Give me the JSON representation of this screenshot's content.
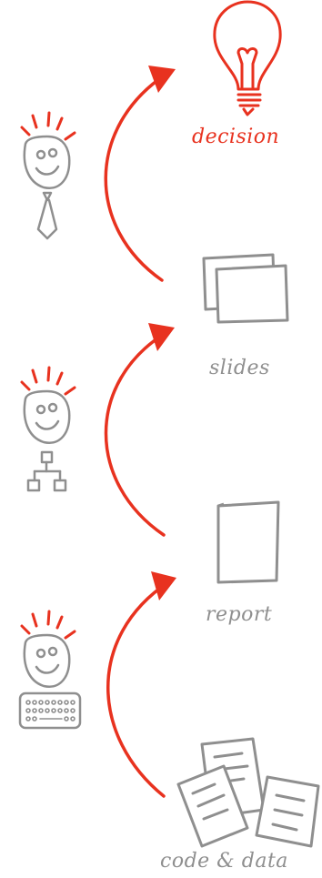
{
  "colors": {
    "accent": "#e8321f",
    "ink": "#8f8f8f"
  },
  "stages": [
    {
      "role": "executive",
      "avatar_icon": "person-with-tie-icon",
      "output_icon": "lightbulb-icon",
      "label": "decision"
    },
    {
      "role": "manager",
      "avatar_icon": "person-with-org-chart-icon",
      "output_icon": "slides-icon",
      "label": "slides"
    },
    {
      "role": "analyst",
      "avatar_icon": "person-with-keyboard-icon",
      "output_icon": "report-page-icon",
      "label": "report"
    },
    {
      "role": "source",
      "output_icon": "documents-stack-icon",
      "label": "code & data"
    }
  ]
}
